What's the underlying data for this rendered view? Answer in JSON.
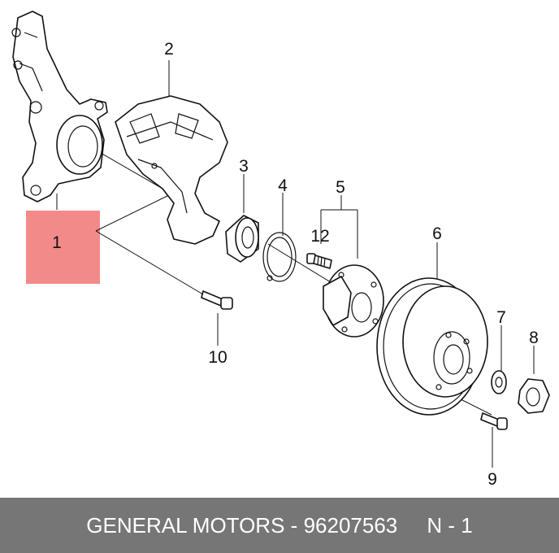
{
  "highlight_color": "#f38a8a",
  "footer_color": "#767676",
  "parts": [
    {
      "id": "1",
      "label": "1",
      "name": "knuckle"
    },
    {
      "id": "2",
      "label": "2",
      "name": "dust-shield"
    },
    {
      "id": "3",
      "label": "3",
      "name": "bearing"
    },
    {
      "id": "4",
      "label": "4",
      "name": "snap-ring"
    },
    {
      "id": "5",
      "label": "5",
      "name": "hub"
    },
    {
      "id": "6",
      "label": "6",
      "name": "brake-disc"
    },
    {
      "id": "7",
      "label": "7",
      "name": "washer"
    },
    {
      "id": "8",
      "label": "8",
      "name": "nut"
    },
    {
      "id": "9",
      "label": "9",
      "name": "disc-screw"
    },
    {
      "id": "10",
      "label": "10",
      "name": "shield-bolt"
    },
    {
      "id": "12",
      "label": "12",
      "name": "wheel-bolt"
    }
  ],
  "footer": {
    "brand": "GENERAL MOTORS",
    "separator": "-",
    "part_number": "96207563",
    "position": "N - 1"
  }
}
